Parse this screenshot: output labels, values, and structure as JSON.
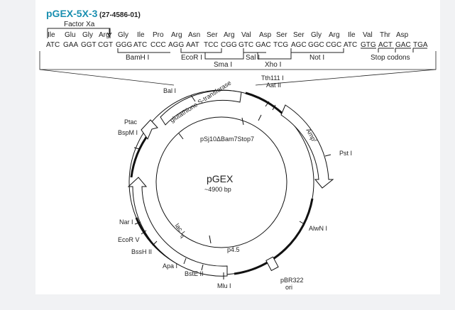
{
  "title": {
    "name": "pGEX-5X-3",
    "catalog": "(27-4586-01)",
    "color": "#1a8fb0"
  },
  "factor_xa": "Factor Xa",
  "aa_row": [
    "Ile",
    "Glu",
    "Gly",
    "Arg",
    "Gly",
    "Ile",
    "Pro",
    "Arg",
    "Asn",
    "Ser",
    "Arg",
    "Val",
    "Asp",
    "Ser",
    "Ser",
    "Gly",
    "Arg",
    "Ile",
    "Val",
    "Thr",
    "Asp"
  ],
  "codon_row": [
    "ATC",
    "GAA",
    "GGT",
    "CGT",
    "GGG",
    "ATC",
    "CCC",
    "AGG",
    "AAT",
    "TCC",
    "CGG",
    "GTC",
    "GAC",
    "TCG",
    "AGC",
    "GGC",
    "CGC",
    "ATC",
    "GTG",
    "ACT",
    "GAC",
    "TGA"
  ],
  "mcs_sites": [
    "BamH I",
    "EcoR I",
    "Sma I",
    "Sal I",
    "Xho I",
    "Not I",
    "Stop codons"
  ],
  "plasmid": {
    "name": "pGEX",
    "size": "~4900 bp",
    "inner_label": "pSj10ΔBam7Stop7",
    "p45": "p4.5"
  },
  "features": {
    "gst": "glutathione S-transferase",
    "amp": "Amp",
    "amp_sup": "r",
    "lacq": "lac I",
    "lacq_sup": "q",
    "ori": [
      "pBR322",
      "ori"
    ],
    "ptac": "Ptac"
  },
  "sites": {
    "bal": "Bal I",
    "tth": "Tth111 I",
    "aat": "Aat II",
    "pst": "Pst I",
    "alwn": "AlwN I",
    "mlu": "Mlu I",
    "bste": "BstE II",
    "apa": "Apa I",
    "bssh": "BssH II",
    "ecorv": "EcoR V",
    "nar": "Nar I",
    "bspm": "BspM I"
  }
}
